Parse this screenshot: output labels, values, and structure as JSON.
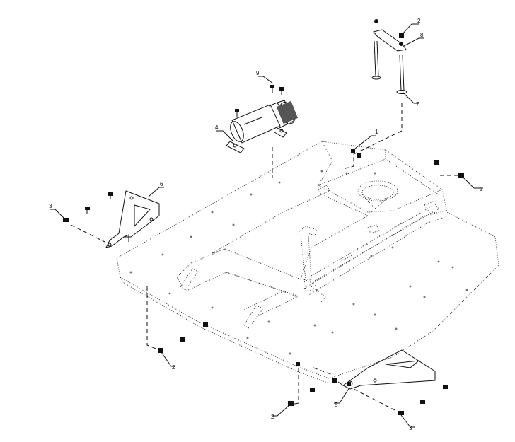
{
  "callouts": [
    {
      "id": "c1",
      "text": "1"
    },
    {
      "id": "c2a",
      "text": "2"
    },
    {
      "id": "c2b",
      "text": "2"
    },
    {
      "id": "c2c",
      "text": "2"
    },
    {
      "id": "c2d",
      "text": "2"
    },
    {
      "id": "c3a",
      "text": "3"
    },
    {
      "id": "c3b",
      "text": "3"
    },
    {
      "id": "c4",
      "text": "4"
    },
    {
      "id": "c5",
      "text": "5"
    },
    {
      "id": "c6",
      "text": "6"
    },
    {
      "id": "c7",
      "text": "7"
    },
    {
      "id": "c8",
      "text": "8"
    },
    {
      "id": "c9",
      "text": "9"
    }
  ]
}
